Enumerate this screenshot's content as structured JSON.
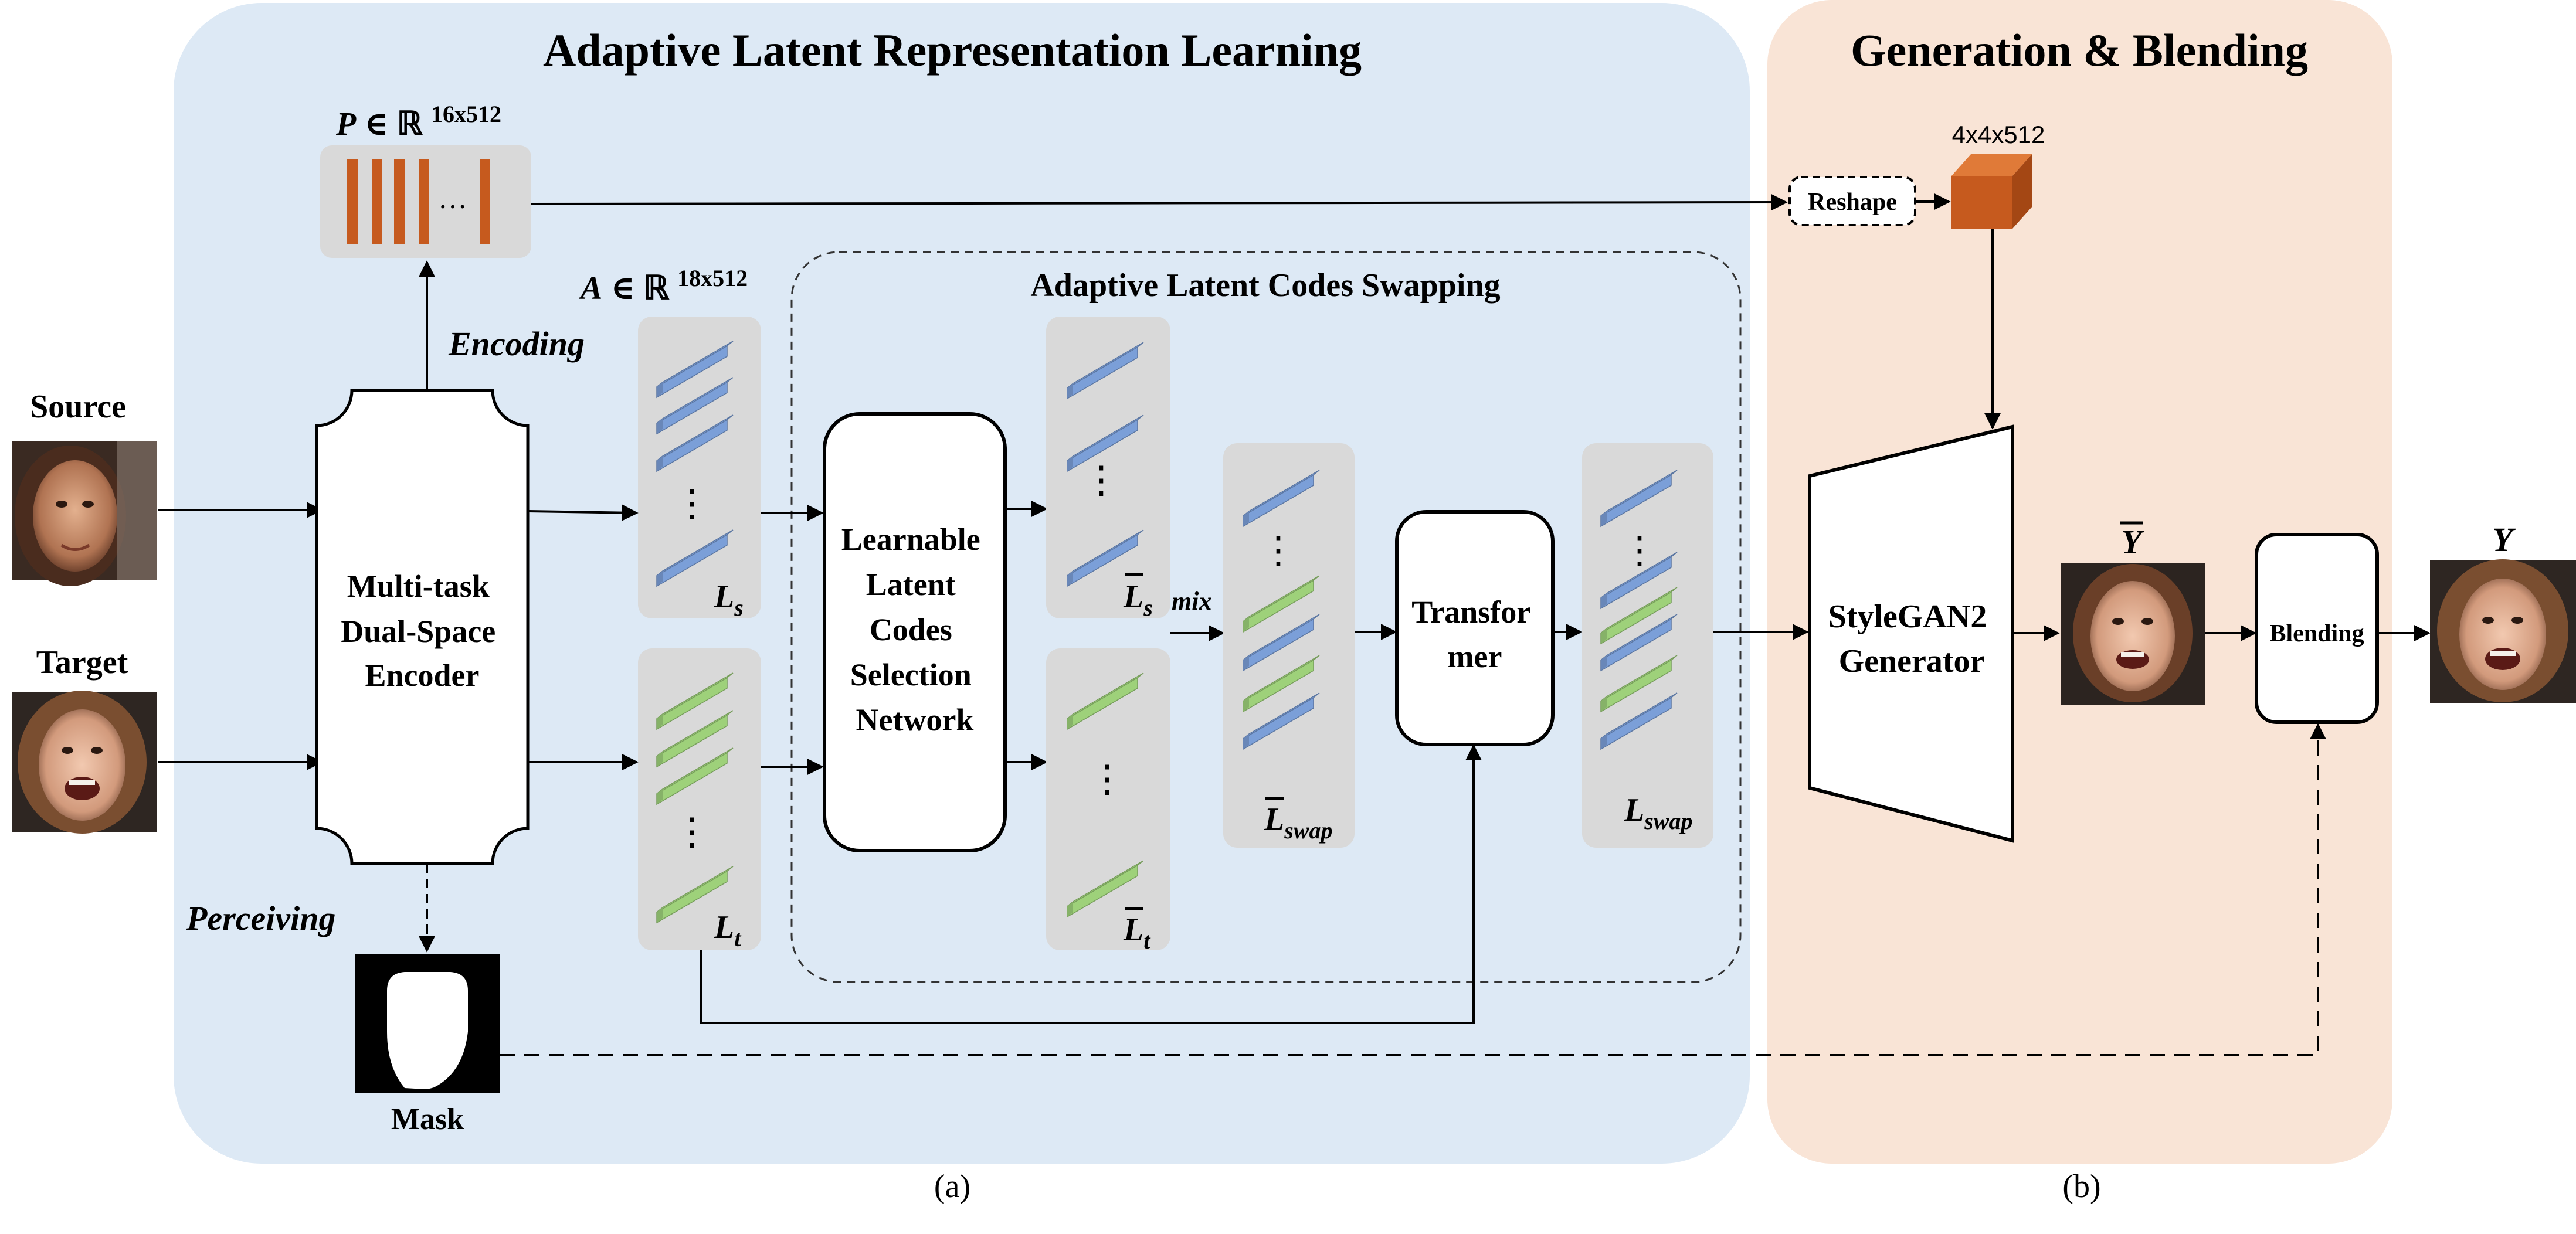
{
  "panel_a": {
    "title": "Adaptive Latent Representation Learning",
    "caption": "(a)",
    "bg_color": "#dde9f5"
  },
  "panel_b": {
    "title": "Generation & Blending",
    "caption": "(b)",
    "bg_color": "#f9e4d6"
  },
  "inputs": {
    "source_label": "Source",
    "target_label": "Target"
  },
  "encoder": {
    "lines": [
      "Multi-task",
      "Dual-Space",
      "Encoder"
    ]
  },
  "p_matrix": {
    "symbol": "P",
    "in_symbol": "∈",
    "space": "ℝ",
    "dims": "16x512",
    "ellipsis": "…",
    "bar_color": "#c65a1e"
  },
  "a_matrix": {
    "symbol": "A",
    "in_symbol": "∈",
    "space": "ℝ",
    "dims": "18x512"
  },
  "labels": {
    "encoding": "Encoding",
    "perceiving": "Perceiving",
    "mask": "Mask",
    "mix": "mix",
    "ls_main": "L",
    "ls_sub": "s",
    "lt_main": "L",
    "lt_sub": "t",
    "lsbar_main": "L",
    "lsbar_sub": "s",
    "ltbar_main": "L",
    "ltbar_sub": "t",
    "lswapbar_main": "L",
    "lswapbar_sub": "swap",
    "lswap_main": "L",
    "lswap_sub": "swap",
    "dots": "⋮"
  },
  "swap_region": {
    "title": "Adaptive Latent Codes Swapping"
  },
  "selection_network": {
    "lines": [
      "Learnable",
      "Latent",
      "Codes",
      "Selection",
      "Network"
    ]
  },
  "transformer": {
    "lines": [
      "Transfor",
      "mer"
    ]
  },
  "generation": {
    "reshape_label": "Reshape",
    "cube_label": "4x4x512",
    "cube_color": "#c65a1e",
    "generator_lines": [
      "StyleGAN2",
      "Generator"
    ],
    "ybar_label": "Y",
    "blending_label": "Blending",
    "y_label": "Y"
  },
  "colors": {
    "blue_code": "#7b9fd8",
    "green_code": "#9ed17a",
    "gray_box": "#d9d9d9"
  }
}
